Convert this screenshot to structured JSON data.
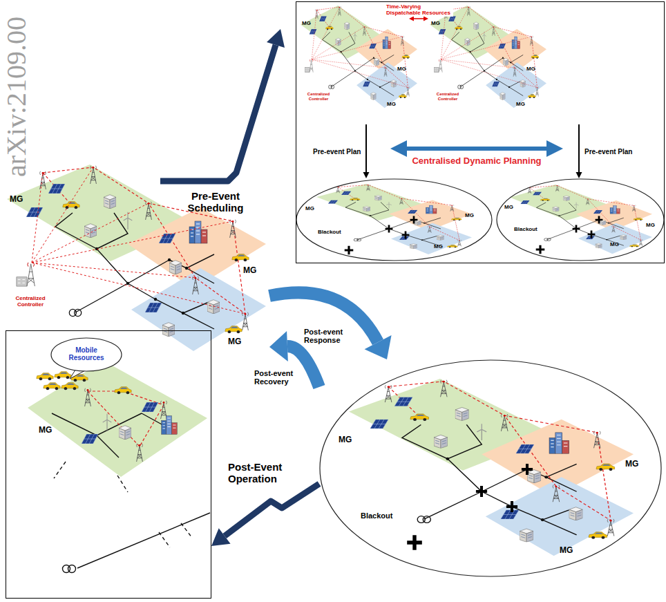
{
  "diagram": {
    "nodes": [
      {
        "text": [
          "MG",
          "MG",
          "MG",
          "Centralized Controller"
        ]
      },
      {
        "text": [
          "MG",
          "MG",
          "MG",
          "Centralized Controller"
        ]
      },
      {
        "text": [
          "MG",
          "MG",
          "MG",
          "Blackout"
        ]
      },
      {
        "text": [
          "MG",
          "MG",
          "MG",
          "Blackout"
        ]
      },
      {
        "text": [
          "MG",
          "MG",
          "MG",
          "Centralized Controller"
        ]
      },
      {
        "text": [
          "MG",
          "MG",
          "MG",
          "Blackout"
        ]
      },
      {
        "text": [
          "MG"
        ]
      },
      {
        "text": [
          "Mobile Resources"
        ],
        "in": 6
      }
    ],
    "edges": [
      {
        "from": 0,
        "to": 1,
        "arrow": "both",
        "label": "Time-Varying Dispatchable Resources"
      },
      {
        "from": 0,
        "to": 2,
        "arrow": "to",
        "label": "Pre-event Plan"
      },
      {
        "from": 1,
        "to": 3,
        "arrow": "to",
        "label": "Pre-event Plan"
      },
      {
        "from": 4,
        "to": 5,
        "arrow": "to",
        "label": "Post-event Response"
      },
      {
        "from": 5,
        "to": 4,
        "arrow": "to",
        "label": "Post-event Recovery"
      },
      {
        "from": 5,
        "to": 6,
        "arrow": "to",
        "label": "Post-Event Operation"
      }
    ],
    "labels": [
      "arXiv:2109.00",
      "Pre-Event Scheduling",
      "Centralised Dynamic Planning"
    ]
  }
}
